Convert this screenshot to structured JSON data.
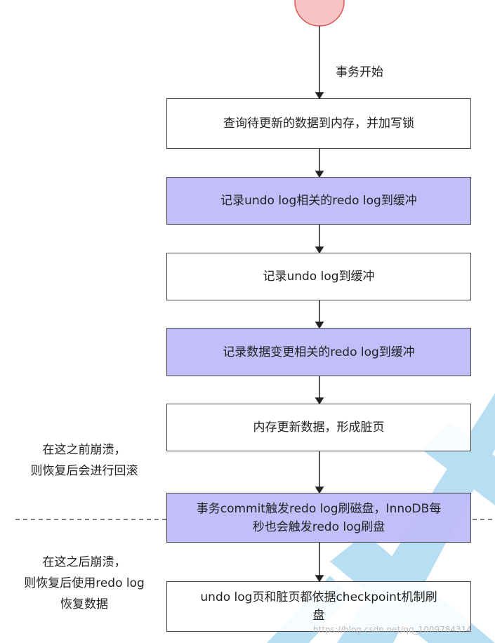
{
  "start_label": "事务开始",
  "steps": [
    {
      "text": "查询待更新的数据到内存，并加写锁",
      "highlight": false
    },
    {
      "text": "记录undo log相关的redo log到缓冲",
      "highlight": true
    },
    {
      "text": "记录undo log到缓冲",
      "highlight": false
    },
    {
      "text": "记录数据变更相关的redo log到缓冲",
      "highlight": true
    },
    {
      "text": "内存更新数据，形成脏页",
      "highlight": false
    },
    {
      "text": "事务commit触发redo log刷磁盘，InnoDB每秒也会触发redo log刷盘",
      "highlight": true
    },
    {
      "text": "undo log页和脏页都依据checkpoint机制刷盘",
      "highlight": false
    }
  ],
  "before_note": [
    "在这之前崩溃，",
    "则恢复后会进行回滚"
  ],
  "after_note": [
    "在这之后崩溃，",
    "则恢复后使用redo log",
    "恢复数据"
  ],
  "watermark": "https://blog.csdn.net/qq_1009784314",
  "colors": {
    "start": "#f8c4c6",
    "highlight": "#bebafa"
  }
}
